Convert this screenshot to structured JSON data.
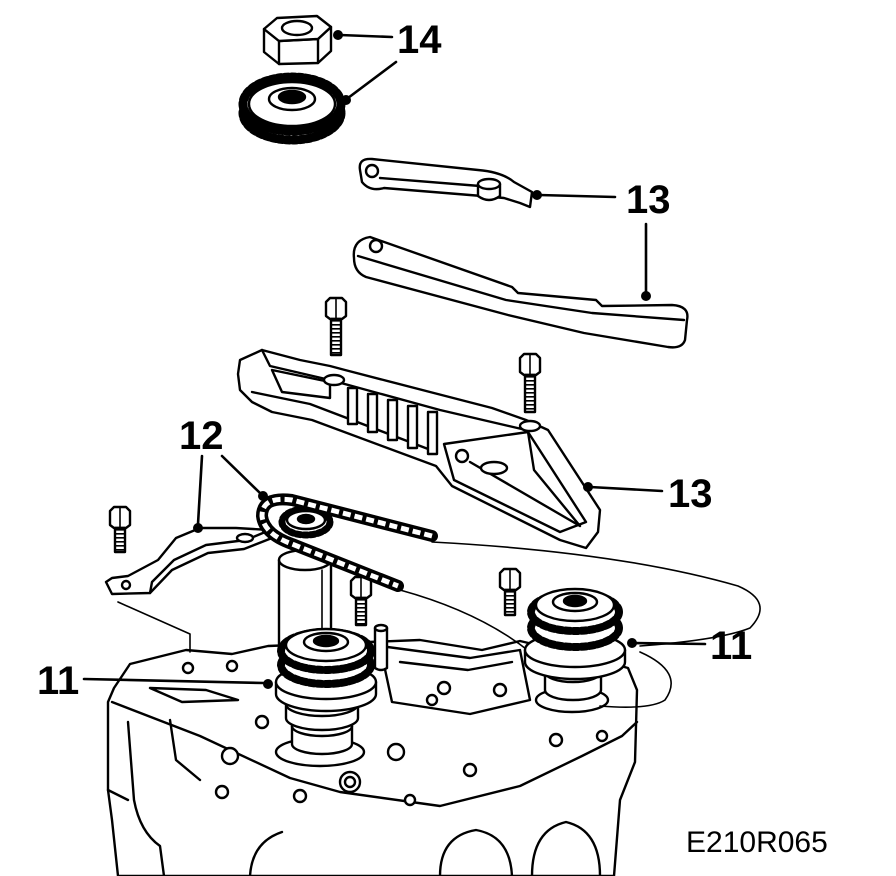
{
  "callouts": {
    "part_14": "14",
    "part_13_upper": "13",
    "part_13_lower": "13",
    "part_12": "12",
    "part_11_left": "11",
    "part_11_right": "11"
  },
  "figure_code": "E210R065",
  "colors": {
    "line": "#000000",
    "background": "#ffffff"
  }
}
